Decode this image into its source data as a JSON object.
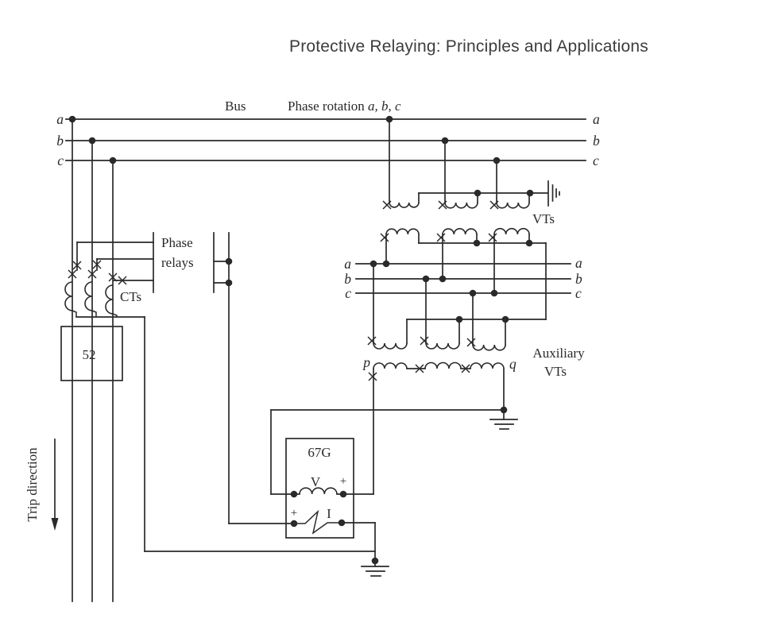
{
  "page_title": "Protective Relaying: Principles and Applications",
  "bus": {
    "label": "Bus",
    "phase_rotation": {
      "prefix": "Phase rotation ",
      "phases": "a, b, c"
    },
    "phases_left": [
      "a",
      "b",
      "c"
    ],
    "phases_right": [
      "a",
      "b",
      "c"
    ]
  },
  "ct_bank": {
    "label": "CTs"
  },
  "phase_relays": {
    "label_line1": "Phase",
    "label_line2": "relays"
  },
  "breaker": {
    "label": "52"
  },
  "trip": {
    "label": "Trip direction"
  },
  "vt_bank": {
    "label": "VTs"
  },
  "secondary_bus": {
    "phases_left": [
      "a",
      "b",
      "c"
    ],
    "phases_right": [
      "a",
      "b",
      "c"
    ]
  },
  "aux_vt": {
    "label_line1": "Auxiliary",
    "label_line2": "VTs",
    "terminal_p": "p",
    "terminal_q": "q"
  },
  "relay": {
    "label": "67G",
    "voltage_element": "V",
    "current_element": "I",
    "voltage_polarity": "+",
    "current_polarity": "+"
  },
  "colors": {
    "ink": "#2a2a2c",
    "title_text": "#3d3d3f",
    "background": "#ffffff"
  }
}
